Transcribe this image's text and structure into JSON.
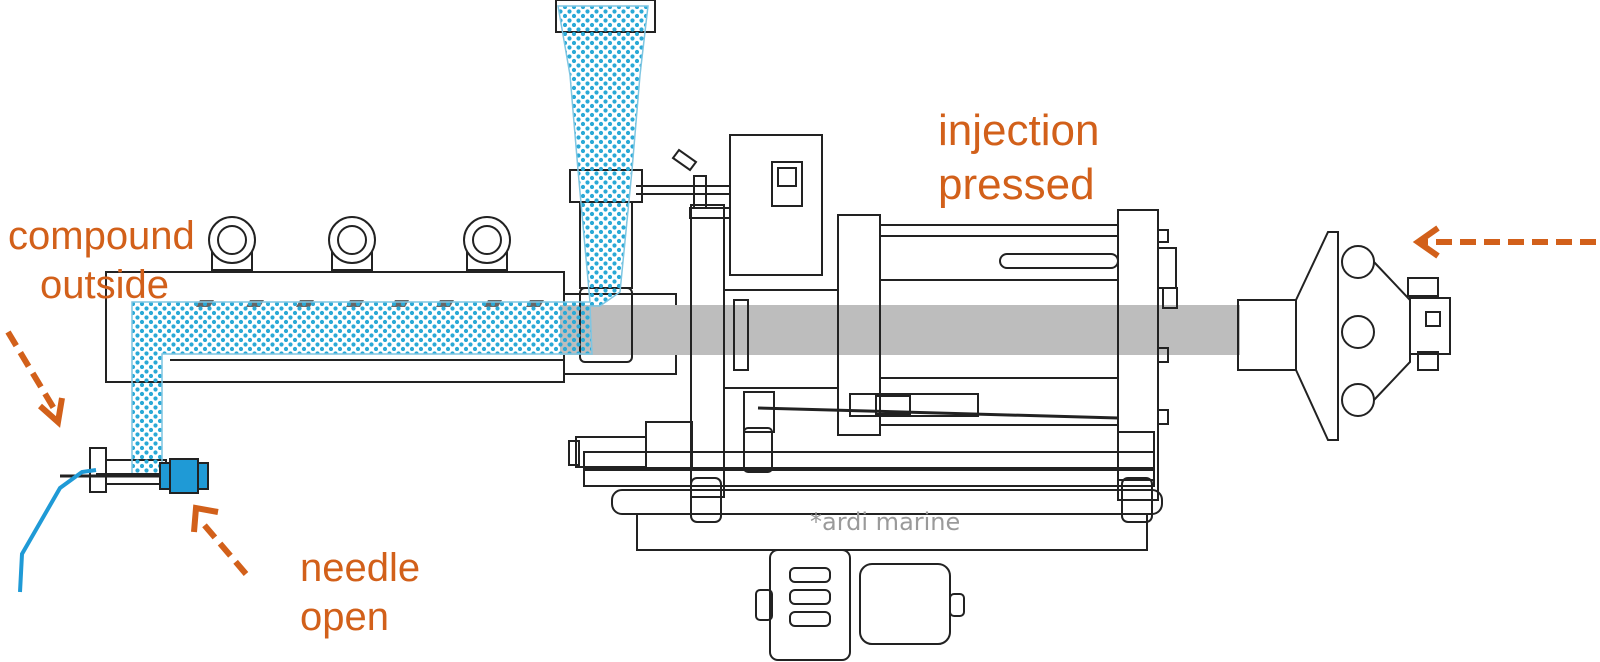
{
  "labels": {
    "compound": {
      "line1": "compound",
      "line2": "outside"
    },
    "needle": {
      "line1": "needle",
      "line2": "open"
    },
    "injection": {
      "line1": "injection",
      "line2": "pressed"
    }
  },
  "watermark": "*ardi marine",
  "colors": {
    "annotation": "#d2601a",
    "compound": "#2aa9d6",
    "needle_valve": "#1f9ad6",
    "outline": "#222222",
    "shaft": "#bdbdbd",
    "watermark": "#9a9a9a"
  },
  "icons": [
    "arrow-icon",
    "needle-valve-icon",
    "hopper-icon",
    "screw-icon",
    "motor-icon",
    "control-box-icon"
  ]
}
